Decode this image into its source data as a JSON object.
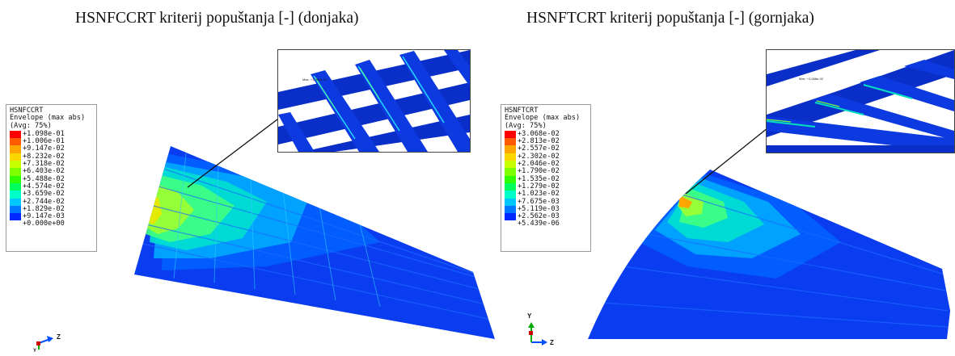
{
  "titles": {
    "left": "HSNFCCRT kriterij popuštanja [-] (donjaka)",
    "right": "HSNFTCRT kriterij popuštanja [-] (gornjaka)"
  },
  "legend_left": {
    "variable": "HSNFCCRT",
    "envelope": "Envelope (max abs)",
    "avg": "(Avg: 75%)",
    "values": [
      "+1.098e-01",
      "+1.006e-01",
      "+9.147e-02",
      "+8.232e-02",
      "+7.318e-02",
      "+6.403e-02",
      "+5.488e-02",
      "+4.574e-02",
      "+3.659e-02",
      "+2.744e-02",
      "+1.829e-02",
      "+9.147e-03",
      "+0.000e+00"
    ]
  },
  "legend_right": {
    "variable": "HSNFTCRT",
    "envelope": "Envelope (max abs)",
    "avg": "(Avg: 75%)",
    "values": [
      "+3.068e-02",
      "+2.813e-02",
      "+2.557e-02",
      "+2.302e-02",
      "+2.046e-02",
      "+1.790e-02",
      "+1.535e-02",
      "+1.279e-02",
      "+1.023e-02",
      "+7.675e-03",
      "+5.119e-03",
      "+2.562e-03",
      "+5.439e-06"
    ]
  },
  "colormap": [
    "#ff0000",
    "#ff5a00",
    "#ffa500",
    "#ffd700",
    "#c8ff00",
    "#7dff00",
    "#2fff00",
    "#00ff5a",
    "#00ffc8",
    "#00c8ff",
    "#0078ff",
    "#0028ff",
    "#0000c8"
  ],
  "inset_left": {
    "max_label": "Max: +1.098e-01"
  },
  "inset_right": {
    "max_label": "Max: +3.068e-02"
  },
  "triad_left": {
    "z": "Z",
    "y": "Y"
  },
  "triad_right": {
    "y": "Y",
    "z": "Z"
  }
}
